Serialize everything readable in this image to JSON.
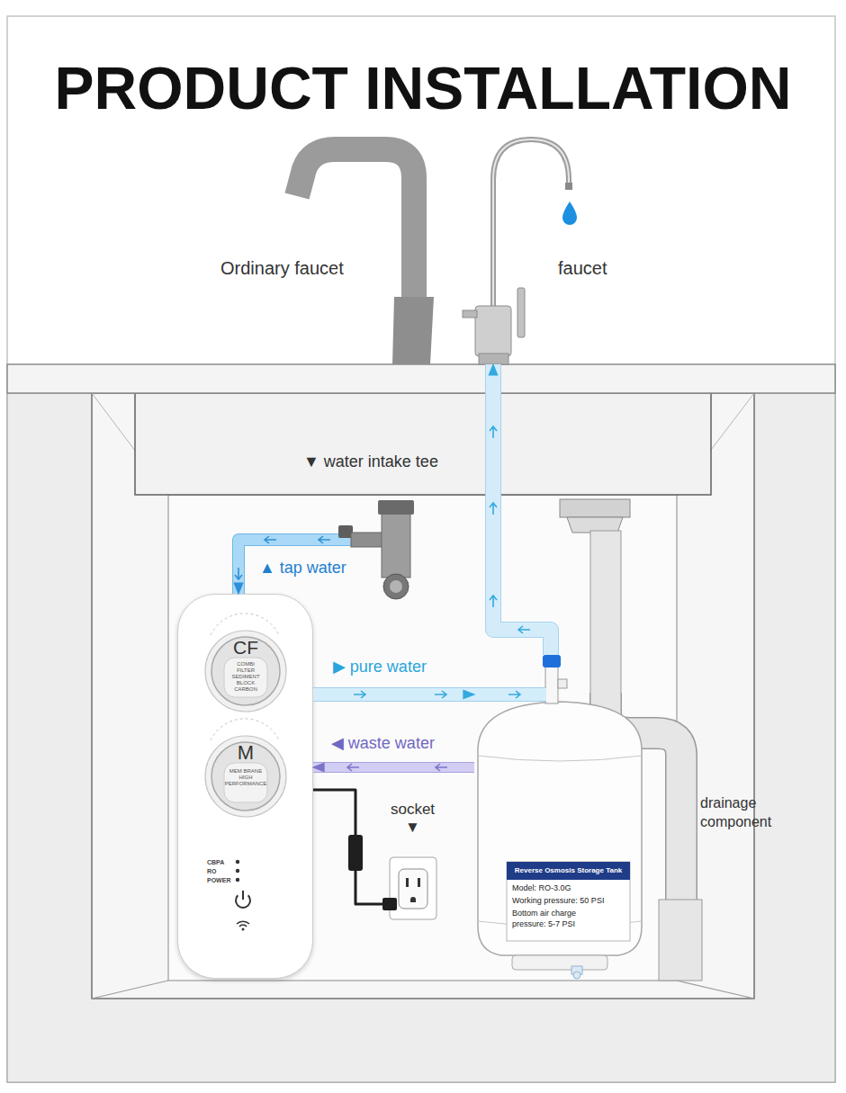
{
  "diagram": {
    "title": "PRODUCT INSTALLATION",
    "nodes": [
      {
        "text": [
          "faucet"
        ]
      },
      {
        "text": [
          "▼ water intake tee"
        ]
      },
      {
        "text": [
          "CBPA",
          "RO",
          "POWER"
        ]
      },
      {
        "text": [
          "CF",
          "COMBI FILTER SEDIMENT BLOCK CARBON"
        ],
        "in": 2
      },
      {
        "text": [
          "M",
          "MEM BRANE HIGH PERFORMANCE"
        ],
        "in": 2
      },
      {
        "text": [
          "socket ▼"
        ]
      },
      {
        "text": [
          "Reverse Osmosis Storage Tank",
          "Model: RO-3.0G",
          "Working pressure: 50 PSI",
          "Bottom air charge pressure: 5-7 PSI"
        ]
      }
    ],
    "edges": [
      {
        "from": 1,
        "to": 2,
        "arrow": "to",
        "label": "▲ tap water"
      },
      {
        "from": 2,
        "to": 6,
        "arrow": "to",
        "label": "▶ pure water"
      },
      {
        "from": 6,
        "to": 2,
        "arrow": "to",
        "label": "◀ waste water"
      },
      {
        "from": 6,
        "to": 0,
        "arrow": "to"
      },
      {
        "from": 5,
        "to": 2,
        "arrow": "none"
      }
    ],
    "labels": [
      "Ordinary faucet",
      "drainage component"
    ]
  }
}
